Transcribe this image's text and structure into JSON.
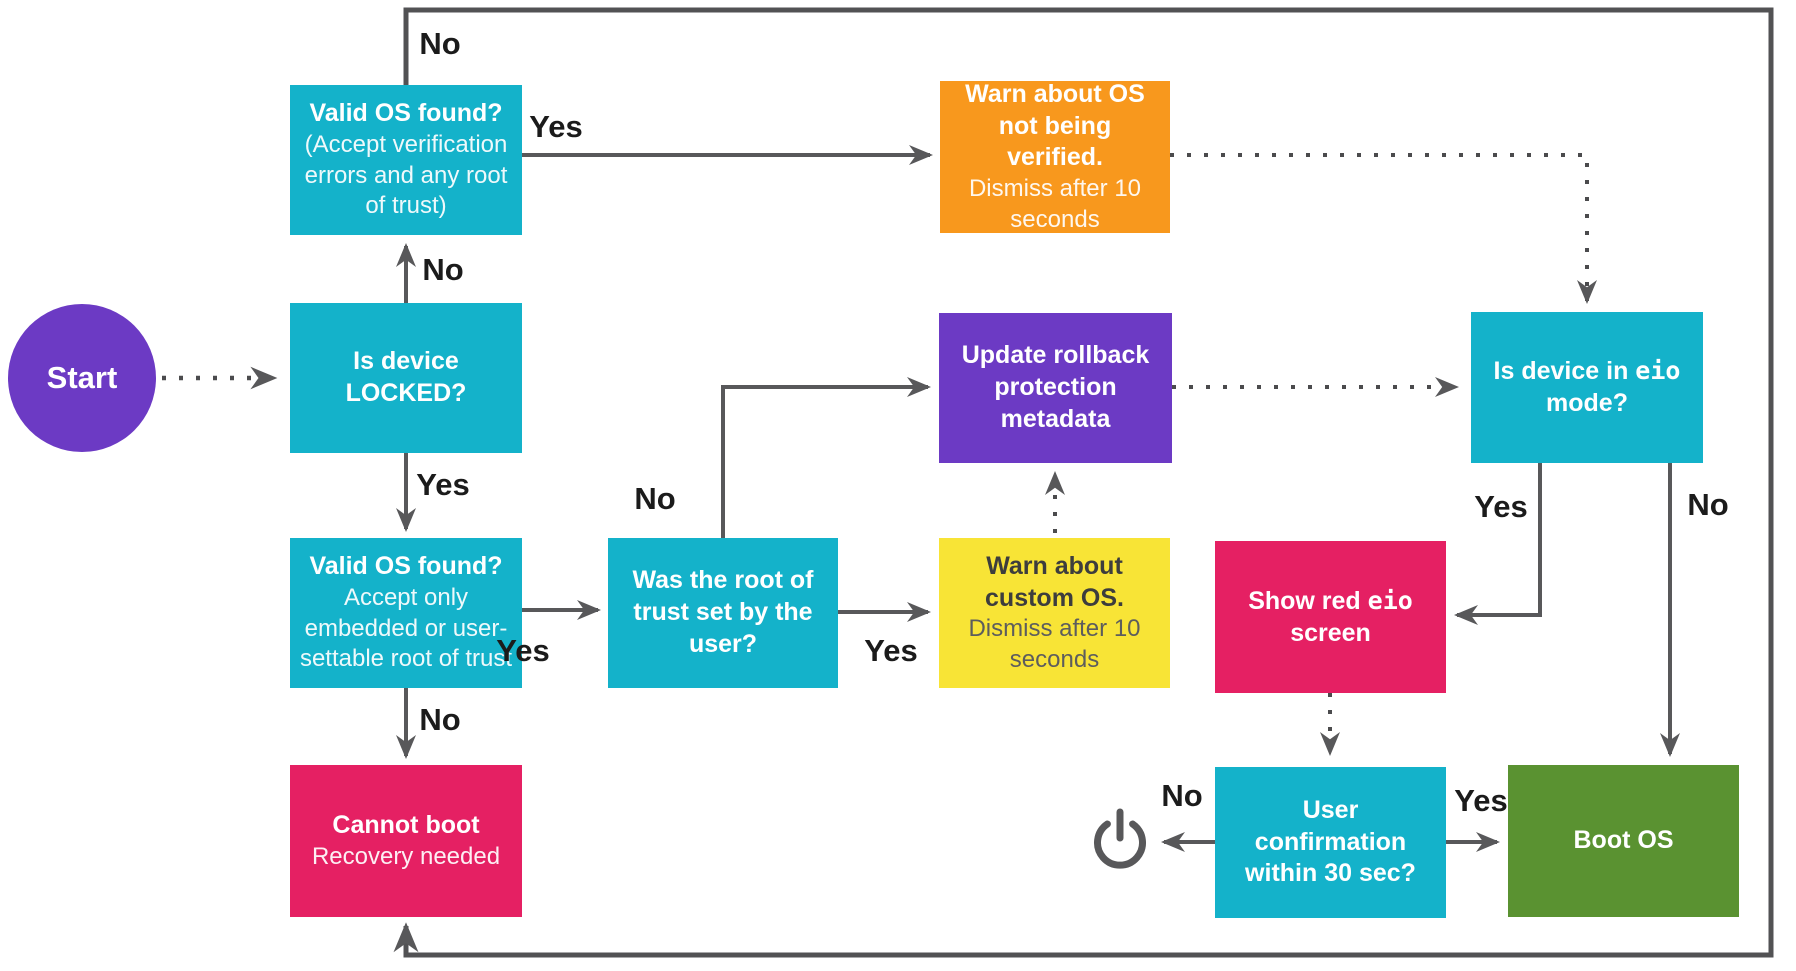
{
  "diagram": {
    "start_label": "Start",
    "nodes": {
      "valid_os_locked": {
        "title": "Valid OS found?",
        "subtitle": "(Accept verification errors and any root of trust)"
      },
      "is_device_locked": {
        "title": "Is device LOCKED?"
      },
      "valid_os_unlocked": {
        "title": "Valid OS found?",
        "subtitle": "Accept only embedded or user-settable root of trust"
      },
      "cannot_boot": {
        "title": "Cannot boot",
        "subtitle": "Recovery needed"
      },
      "warn_os_not_verified": {
        "title": "Warn about OS not being verified.",
        "subtitle": "Dismiss after 10 seconds"
      },
      "update_rollback": {
        "title": "Update rollback protection metadata"
      },
      "warn_custom_os": {
        "title": "Warn about custom OS.",
        "subtitle": "Dismiss after 10 seconds"
      },
      "root_of_trust_user": {
        "title": "Was the root of trust set by the user?"
      },
      "is_device_eio": {
        "title_pre": "Is device in ",
        "title_mono": "eio",
        "title_post": " mode?"
      },
      "show_red_eio": {
        "title_pre": "Show red ",
        "title_mono": "eio",
        "title_post": " screen"
      },
      "user_confirmation": {
        "title": "User confirmation within 30 sec?"
      },
      "boot_os": {
        "title": "Boot OS"
      }
    },
    "edge_labels": {
      "locked_valid_os_no": "No",
      "is_locked_no": "No",
      "locked_valid_os_yes": "Yes",
      "is_locked_yes": "Yes",
      "unlocked_valid_os_no": "No",
      "unlocked_valid_os_yes": "Yes",
      "root_of_trust_no": "No",
      "root_of_trust_yes": "Yes",
      "eio_yes": "Yes",
      "eio_no": "No",
      "confirm_no": "No",
      "confirm_yes": "Yes"
    },
    "icons": {
      "power": "⏻"
    },
    "colors": {
      "cyan": "#14B2CA",
      "orange": "#F8981D",
      "purple": "#6C3AC4",
      "yellow": "#F8E436",
      "magenta": "#E52063",
      "green": "#5A9231",
      "arrow_gray": "#58585A",
      "label_text": "#1B1B1B"
    }
  }
}
